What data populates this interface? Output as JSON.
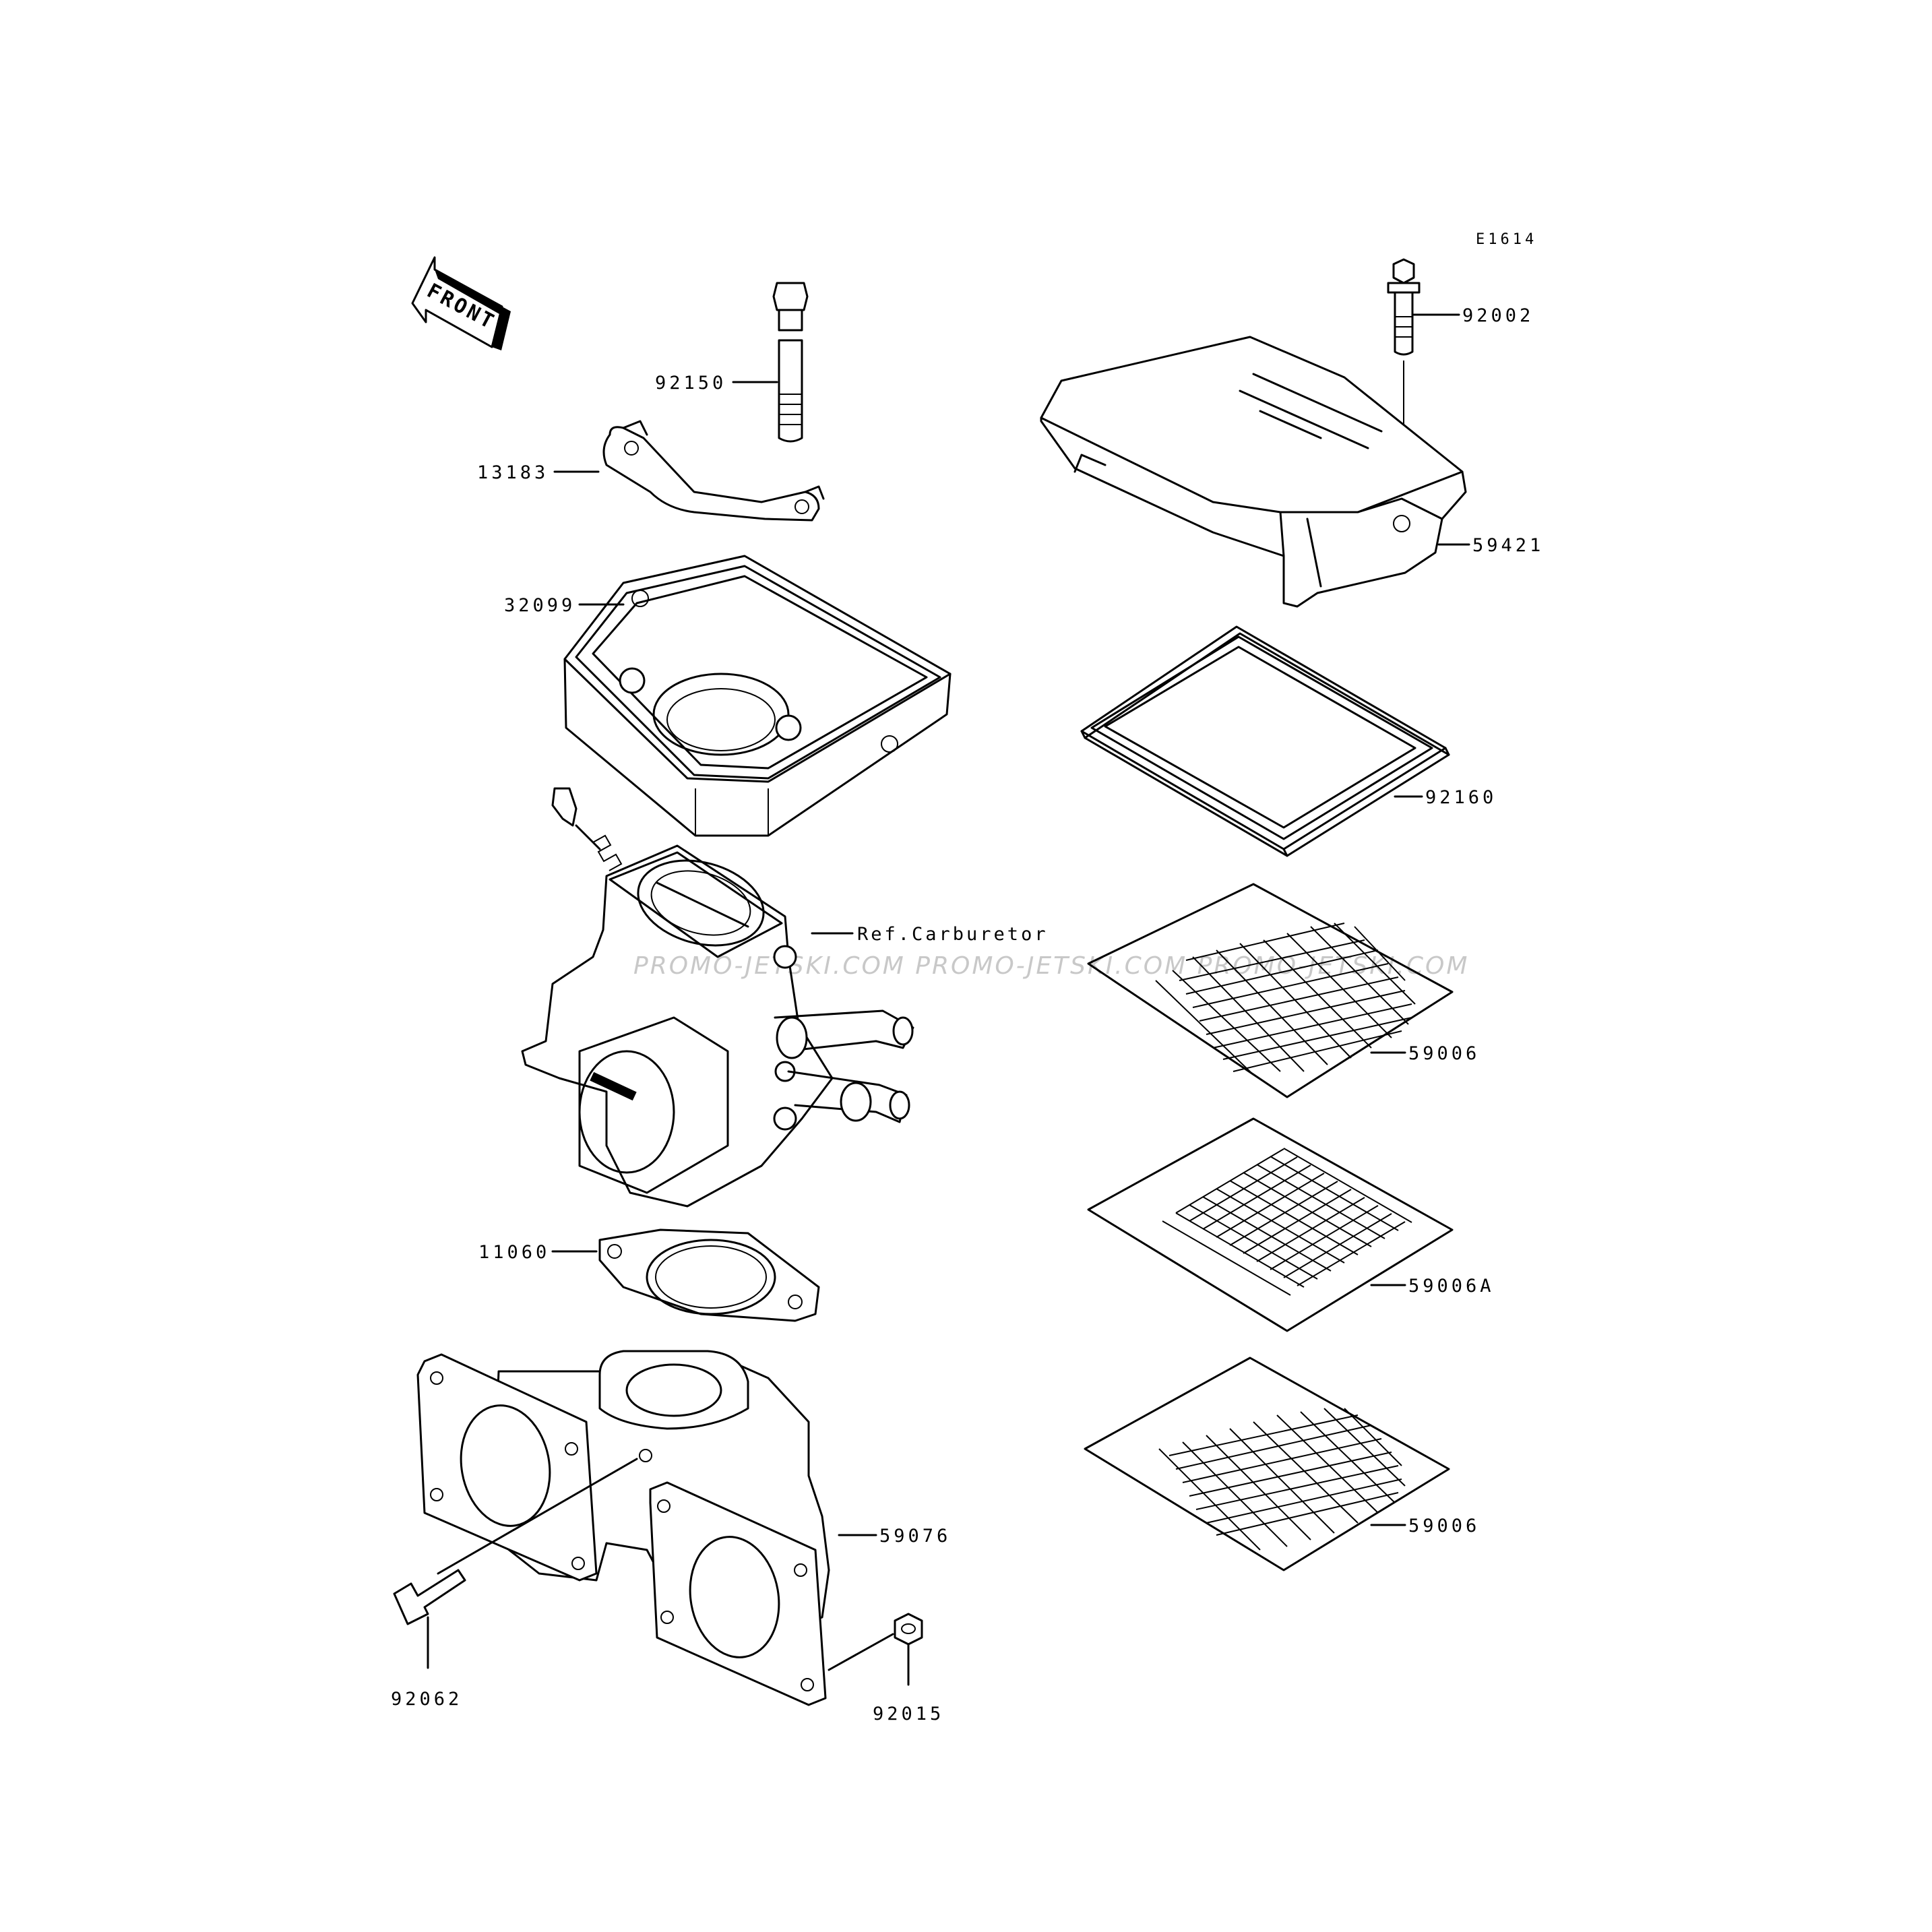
{
  "diagram_code": "E1614",
  "direction_label": "FRONT",
  "watermark": "PROMO-JETSKI.COM PROMO-JETSKI.COM PROMO-JETSKI.COM",
  "parts": {
    "bolt_long": "92150",
    "bracket": "13183",
    "case_base": "32099",
    "carburetor": "Ref.Carburetor",
    "gasket": "11060",
    "manifold_pin": "92062",
    "manifold": "59076",
    "nut": "92015",
    "cover_bolt": "92002",
    "cover": "59421",
    "seal": "92160",
    "screen_top": "59006",
    "screen_mid": "59006A",
    "screen_bottom": "59006"
  }
}
